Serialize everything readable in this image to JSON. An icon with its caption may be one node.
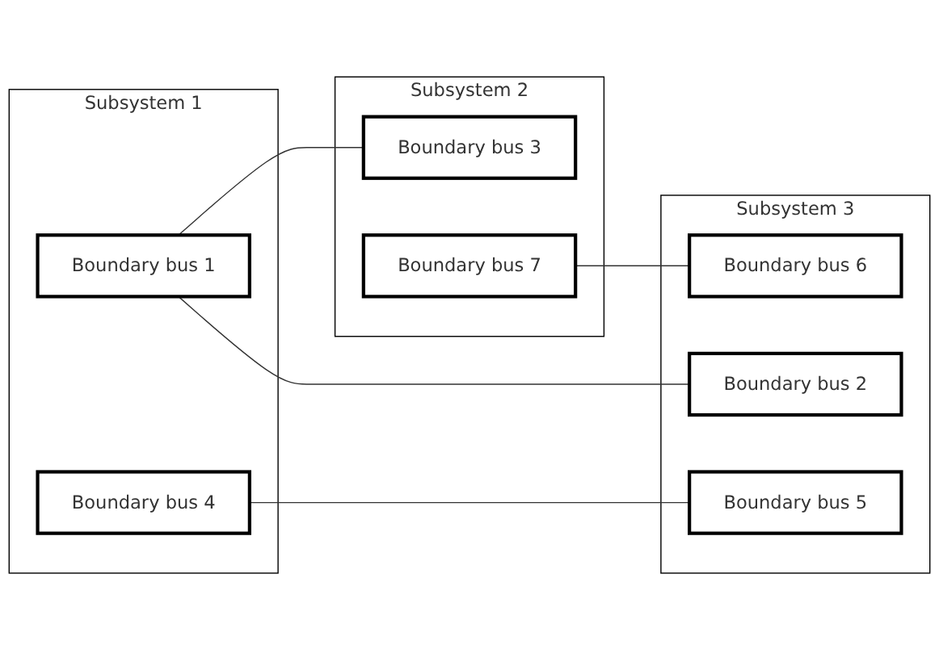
{
  "diagram": {
    "nodes": [
      {
        "text": [
          "Subsystem 1"
        ]
      },
      {
        "text": [
          "Boundary bus 1"
        ],
        "in": 0
      },
      {
        "text": [
          "Boundary bus 4"
        ],
        "in": 0
      },
      {
        "text": [
          "Subsystem 2"
        ]
      },
      {
        "text": [
          "Boundary bus 3"
        ],
        "in": 3
      },
      {
        "text": [
          "Boundary bus 7"
        ],
        "in": 3
      },
      {
        "text": [
          "Subsystem 3"
        ]
      },
      {
        "text": [
          "Boundary bus 2"
        ],
        "in": 6
      },
      {
        "text": [
          "Boundary bus 5"
        ],
        "in": 6
      },
      {
        "text": [
          "Boundary bus 6"
        ],
        "in": 6
      }
    ],
    "edges": [
      {
        "from": 1,
        "to": 4,
        "arrow": "none"
      },
      {
        "from": 1,
        "to": 7,
        "arrow": "none"
      },
      {
        "from": 2,
        "to": 8,
        "arrow": "none"
      },
      {
        "from": 5,
        "to": 9,
        "arrow": "none"
      }
    ]
  }
}
